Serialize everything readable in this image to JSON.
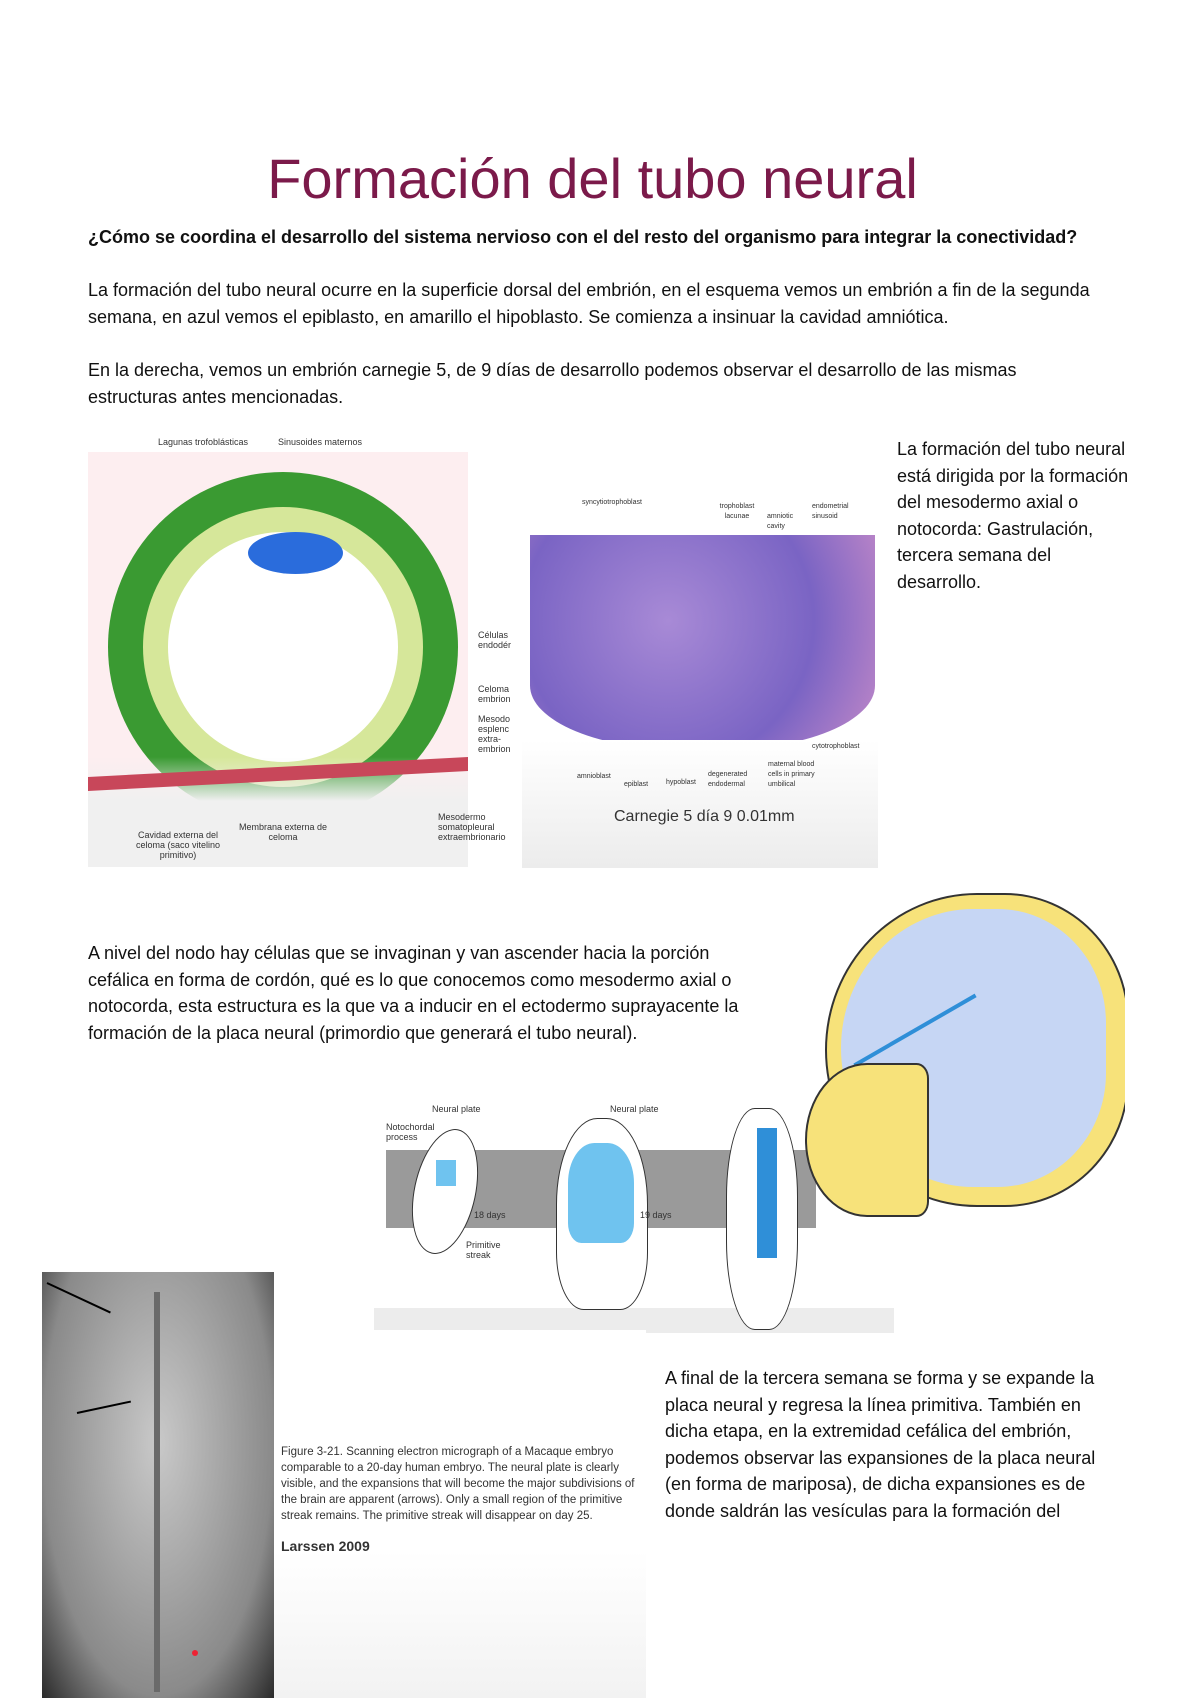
{
  "title": "Formación del tubo neural",
  "question": "¿Cómo se coordina el desarrollo del sistema nervioso con el del resto del organismo para integrar la conectividad?",
  "para1": "La formación del tubo neural ocurre en la superficie dorsal del embrión, en el esquema vemos un embrión a fin de la segunda semana, en azul vemos el epiblasto, en amarillo el hipoblasto. Se comienza a insinuar la cavidad amniótica.",
  "para2": "En la derecha, vemos un embrión carnegie 5, de 9 días de desarrollo podemos observar el desarrollo de las mismas estructuras antes mencionadas.",
  "side_note": "La formación del tubo neural está dirigida por la formación del mesodermo axial o notocorda: Gastrulación, tercera semana del desarrollo.",
  "para3": "A nivel del nodo hay células que se invaginan y van ascender hacia la porción cefálica en forma de cordón, qué es lo que conocemos como mesodermo axial o notocorda, esta estructura es la que va a inducir en el ectodermo suprayacente la formación de la placa neural (primordio que generará el tubo neural).",
  "para4": "A final de la tercera semana se forma y se expande la placa neural y regresa la línea primitiva. También en dicha etapa, en la extremidad cefálica del embrión, podemos observar las expansiones de la placa neural (en forma de mariposa), de dicha expansiones es de donde saldrán las vesículas para la formación del",
  "fig1": {
    "labels": [
      "Lagunas trofoblásticas",
      "Sinusoides maternos",
      "Células endodér",
      "Celoma embrion",
      "Mesodo esplenc extra- embrion",
      "Mesodermo somatopleural extraembrionario",
      "Membrana externa de celoma",
      "Cavidad externa del celoma (saco vitelino primitivo)"
    ]
  },
  "fig2": {
    "labels": [
      "syncytiotrophoblast",
      "trophoblast lacunae",
      "amniotic cavity",
      "endometrial sinusoid",
      "cytotrophoblast",
      "maternal blood cells in primary umbilical",
      "degenerated endodermal",
      "hypoblast",
      "epiblast",
      "amnioblast"
    ],
    "caption": "Carnegie 5 día 9 0.01mm"
  },
  "fig3": {
    "labels": [
      "Neural plate",
      "Notochordal process",
      "18 days",
      "Primitive streak",
      "Neural plate",
      "19 days"
    ]
  },
  "fig4": {
    "caption": "Figure 3-21. Scanning electron micrograph of a Macaque embryo comparable to a 20-day human embryo. The neural plate is clearly visible, and the expansions that will become the major subdivisions of the brain are apparent (arrows). Only a small region of the primitive streak remains. The primitive streak will disappear on day 25.",
    "credit": "Larssen 2009"
  },
  "colors": {
    "title": "#7b1a4a"
  }
}
